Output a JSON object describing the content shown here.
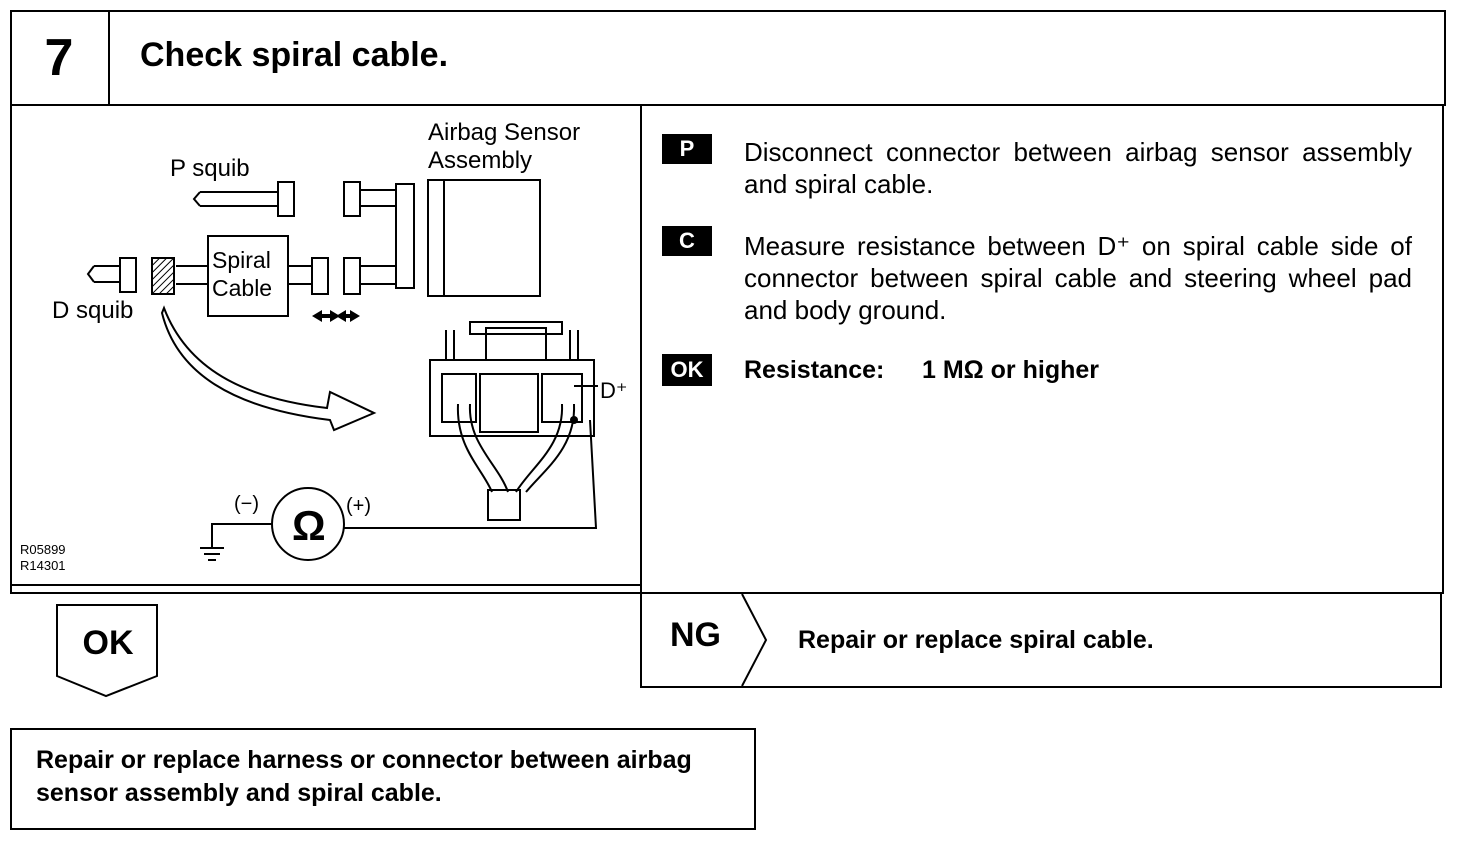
{
  "step": {
    "number": "7",
    "title": "Check spiral cable."
  },
  "figure": {
    "labels": {
      "airbag_sensor_line1": "Airbag Sensor",
      "airbag_sensor_line2": "Assembly",
      "p_squib": "P squib",
      "d_squib": "D squib",
      "spiral_line1": "Spiral",
      "spiral_line2": "Cable",
      "d_plus": "D⁺",
      "minus": "(−)",
      "plus": "(+)",
      "ohm": "Ω",
      "code1": "R05899",
      "code2": "R14301"
    }
  },
  "instructions": [
    {
      "badge": "P",
      "text": "Disconnect connector between airbag sensor assembly and spiral cable."
    },
    {
      "badge": "C",
      "text": "Measure resistance between D⁺ on spiral cable side of connector between spiral cable and steering wheel pad and body ground."
    },
    {
      "badge": "OK",
      "label": "Resistance:",
      "value": "1 MΩ or higher"
    }
  ],
  "ok_branch": {
    "label": "OK",
    "action": "Repair or replace harness or connector between airbag sensor assembly and spiral cable."
  },
  "ng_branch": {
    "label": "NG",
    "action": "Repair or replace spiral cable."
  }
}
